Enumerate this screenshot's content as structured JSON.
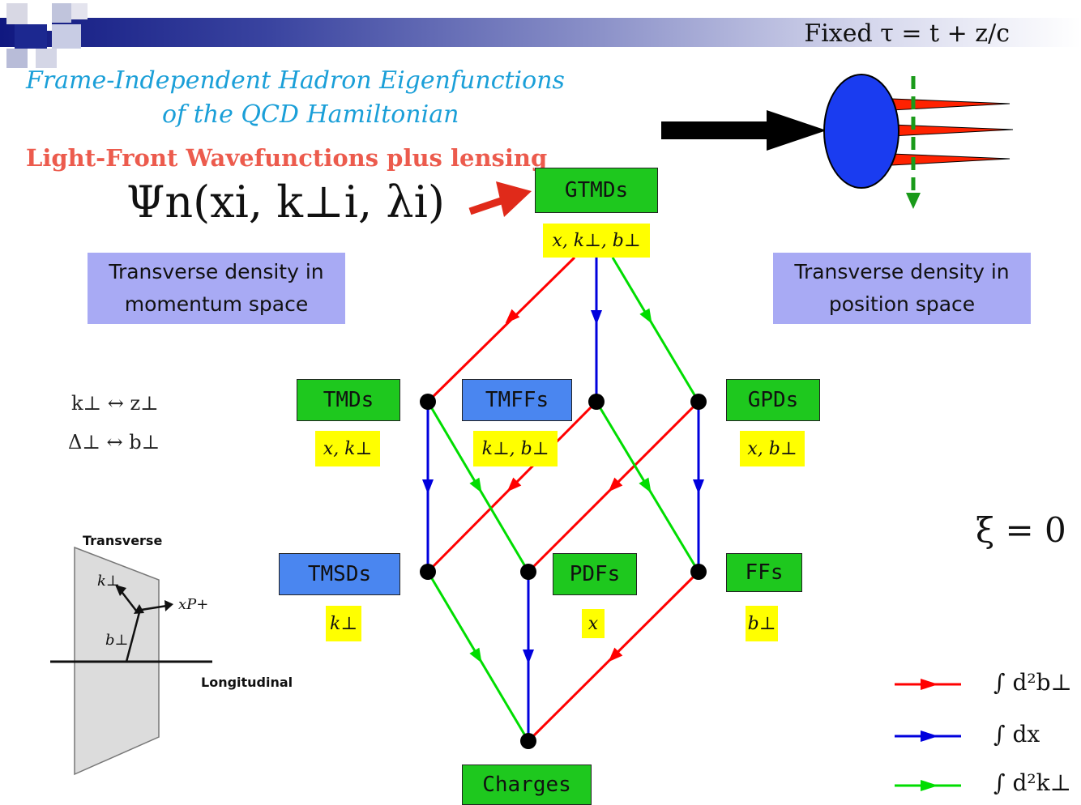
{
  "header": {
    "fixed_time": "Fixed τ = t + z/c",
    "title_line1": "Frame-Independent Hadron Eigenfunctions",
    "title_line2": "of the QCD Hamiltonian",
    "lfwf_label": "Light-Front Wavefunctions plus lensing",
    "formula": "Ψn(xi, k⊥i, λi)"
  },
  "boxes": {
    "gtmds": {
      "label": "GTMDs",
      "vars": "x, k⊥, b⊥"
    },
    "tmds": {
      "label": "TMDs",
      "vars": "x, k⊥"
    },
    "tmffs": {
      "label": "TMFFs",
      "vars": "k⊥, b⊥"
    },
    "gpds": {
      "label": "GPDs",
      "vars": "x, b⊥"
    },
    "tmsds": {
      "label": "TMSDs",
      "vars": "k⊥"
    },
    "pdfs": {
      "label": "PDFs",
      "vars": "x"
    },
    "ffs": {
      "label": "FFs",
      "vars": "b⊥"
    },
    "charges": {
      "label": "Charges"
    }
  },
  "density": {
    "momentum_line1": "Transverse density in",
    "momentum_line2": "momentum space",
    "position_line1": "Transverse density in",
    "position_line2": "position space"
  },
  "duality": {
    "line1": "k⊥ ↔ z⊥",
    "line2": "Δ⊥ ↔ b⊥"
  },
  "xi": "ξ = 0",
  "plane": {
    "transverse": "Transverse",
    "longitudinal": "Longitudinal",
    "k_label": "k⊥",
    "b_label": "b⊥",
    "xp_label": "xP+"
  },
  "legend": [
    {
      "color": "#ff0000",
      "label": "∫ d²b⊥"
    },
    {
      "color": "#0000dd",
      "label": "∫ dx"
    },
    {
      "color": "#00dd00",
      "label": "∫ d²k⊥"
    }
  ],
  "colors": {
    "red": "#ff0000",
    "blue": "#0000dd",
    "green": "#00dd00",
    "box_green": "#1ec81e",
    "box_blue": "#4a86f0",
    "label_yellow": "#ffff00",
    "density_lavender": "#a8aaf4",
    "title_cyan": "#1a9fd8",
    "lfwf_salmon": "#ec5b4d"
  }
}
